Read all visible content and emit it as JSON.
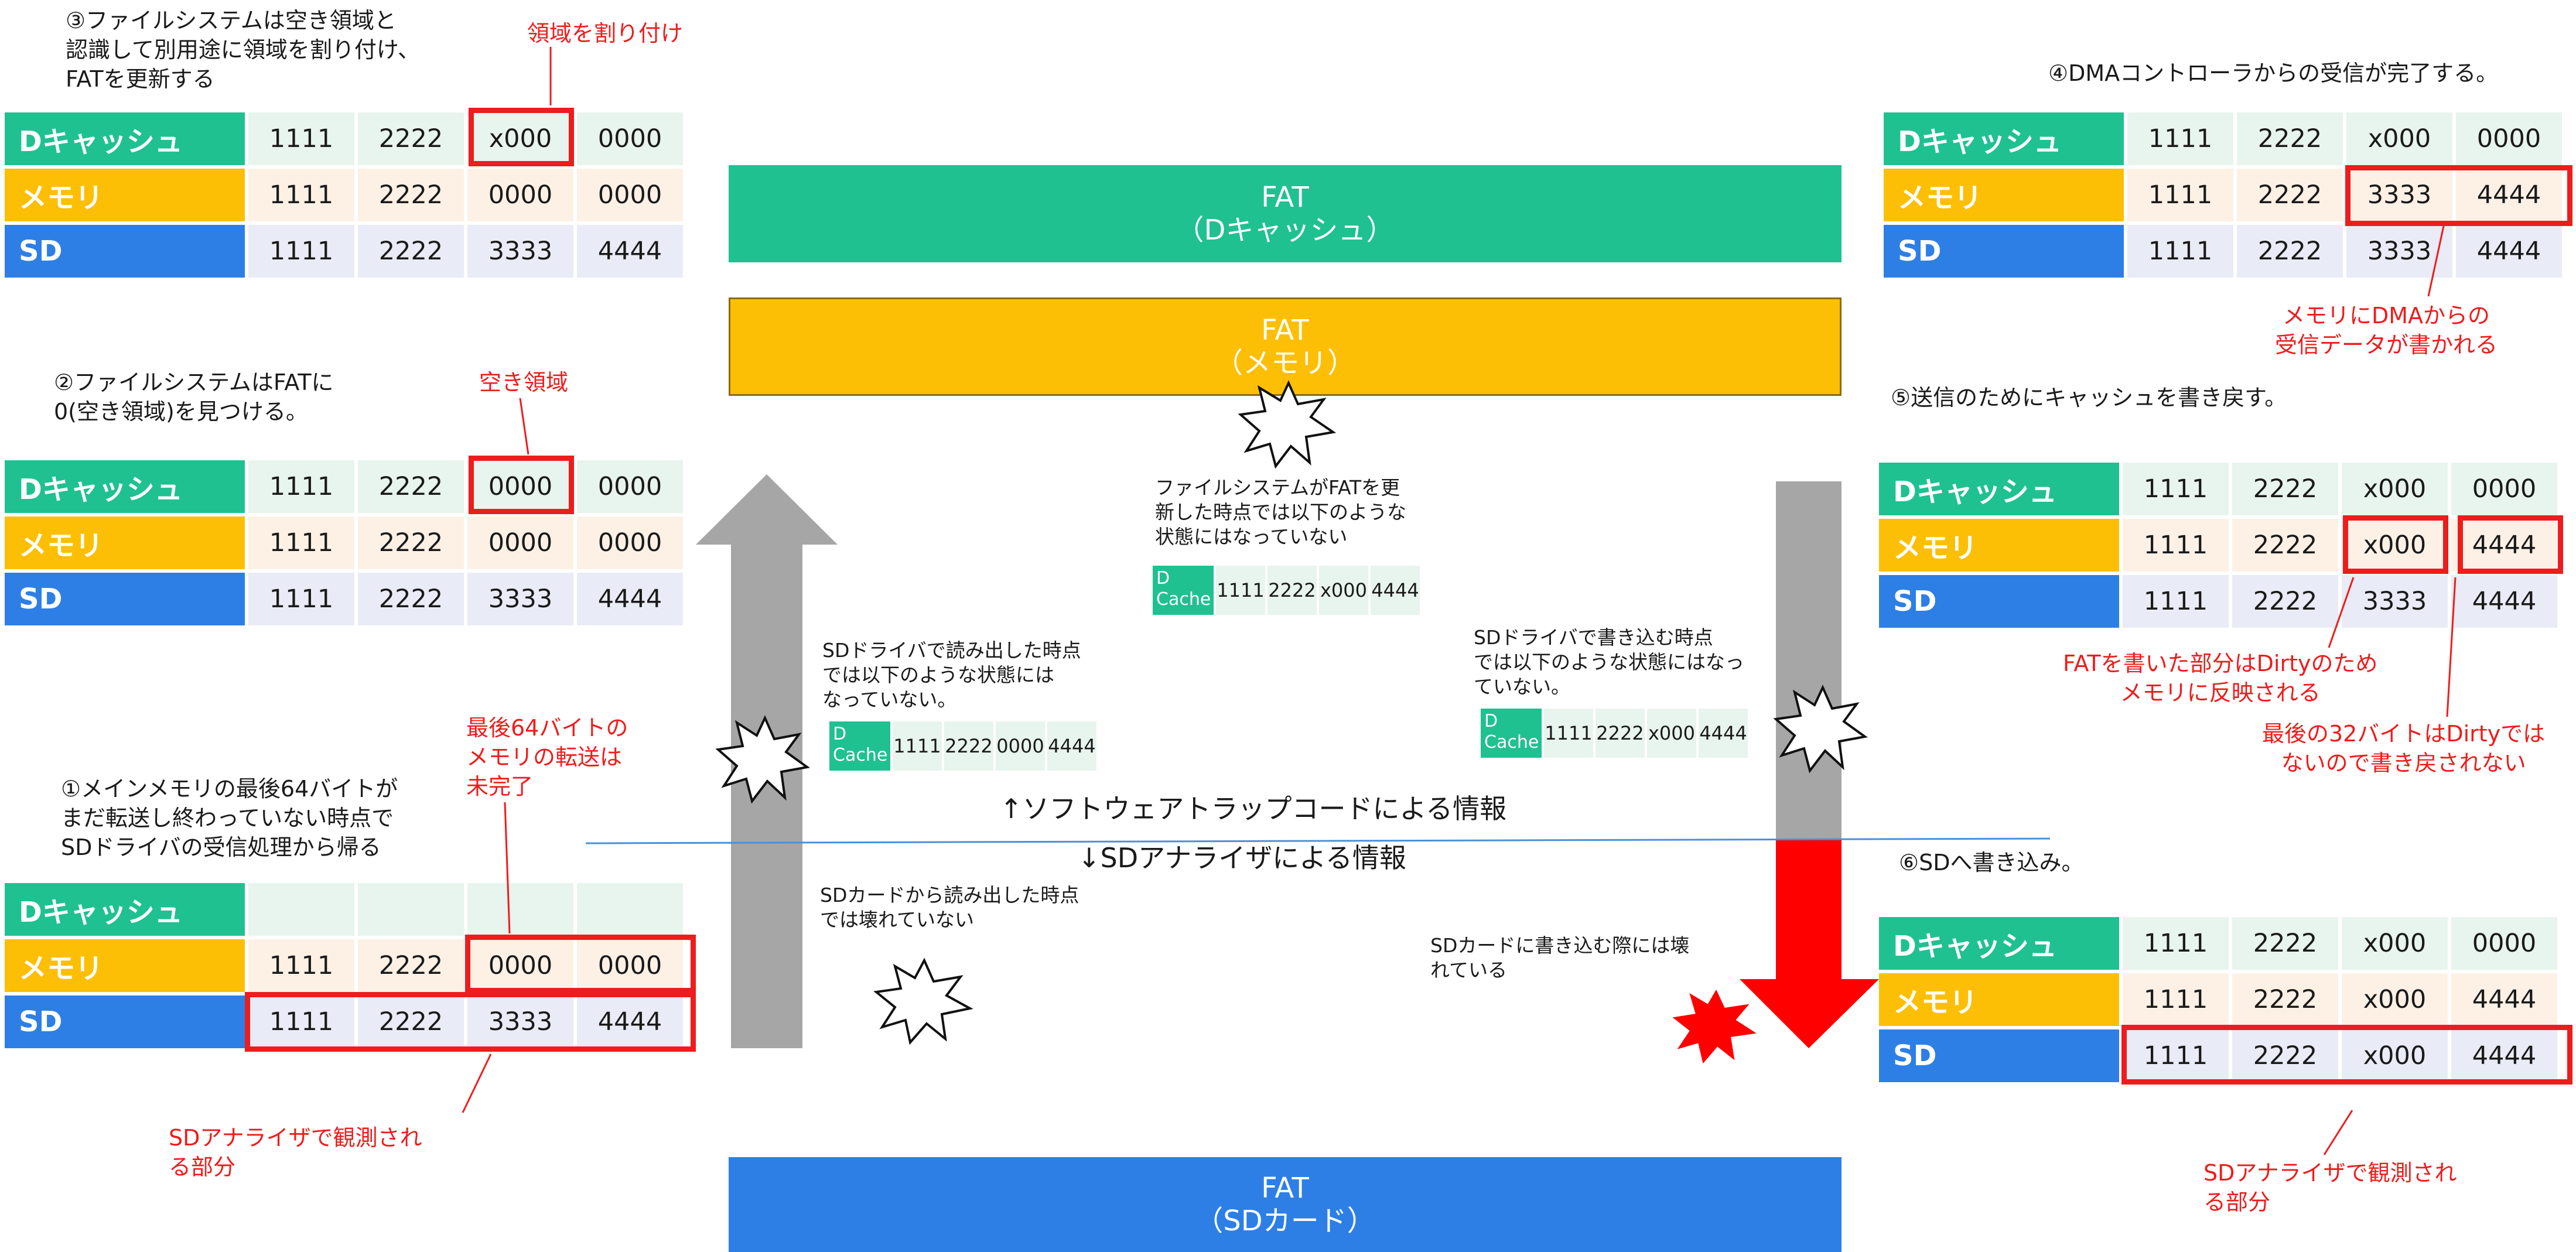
{
  "colors": {
    "dcache": "#1fc191",
    "memory": "#fdbf05",
    "sd": "#2d7fe6",
    "accent": "#ee1c1c",
    "arrow_gray": "#a6a6a6"
  },
  "row_labels": {
    "dcache": "Dキャッシュ",
    "memory": "メモリ",
    "sd": "SD"
  },
  "steps": {
    "s1": {
      "caption": [
        "①メインメモリの最後64バイトが",
        "まだ転送し終わっていない時点で",
        "SDドライバの受信処理から帰る"
      ],
      "dcache": [
        "",
        "",
        "",
        ""
      ],
      "memory": [
        "1111",
        "2222",
        "0000",
        "0000"
      ],
      "sd": [
        "1111",
        "2222",
        "3333",
        "4444"
      ],
      "callout": [
        "最後64バイトの",
        "メモリの転送は",
        "未完了"
      ],
      "callout2": [
        "SDアナライザで観測され",
        "る部分"
      ]
    },
    "s2": {
      "caption": [
        "②ファイルシステムはFATに",
        "0(空き領域)を見つける。"
      ],
      "dcache": [
        "1111",
        "2222",
        "0000",
        "0000"
      ],
      "memory": [
        "1111",
        "2222",
        "0000",
        "0000"
      ],
      "sd": [
        "1111",
        "2222",
        "3333",
        "4444"
      ],
      "callout": [
        "空き領域"
      ]
    },
    "s3": {
      "caption": [
        "③ファイルシステムは空き領域と",
        "認識して別用途に領域を割り付け、",
        "FATを更新する"
      ],
      "dcache": [
        "1111",
        "2222",
        "x000",
        "0000"
      ],
      "memory": [
        "1111",
        "2222",
        "0000",
        "0000"
      ],
      "sd": [
        "1111",
        "2222",
        "3333",
        "4444"
      ],
      "callout": [
        "領域を割り付け"
      ]
    },
    "s4": {
      "caption": [
        "④DMAコントローラからの受信が完了する。"
      ],
      "dcache": [
        "1111",
        "2222",
        "x000",
        "0000"
      ],
      "memory": [
        "1111",
        "2222",
        "3333",
        "4444"
      ],
      "sd": [
        "1111",
        "2222",
        "3333",
        "4444"
      ],
      "callout": [
        "メモリにDMAからの",
        "受信データが書かれる"
      ]
    },
    "s5": {
      "caption": [
        "⑤送信のためにキャッシュを書き戻す。"
      ],
      "dcache": [
        "1111",
        "2222",
        "x000",
        "0000"
      ],
      "memory": [
        "1111",
        "2222",
        "x000",
        "4444"
      ],
      "sd": [
        "1111",
        "2222",
        "3333",
        "4444"
      ],
      "callout": [
        "FATを書いた部分はDirtyのため",
        "メモリに反映される"
      ],
      "callout2": [
        "最後の32バイトはDirtyでは",
        "ないので書き戻されない"
      ]
    },
    "s6": {
      "caption": [
        "⑥SDへ書き込み。"
      ],
      "dcache": [
        "1111",
        "2222",
        "x000",
        "0000"
      ],
      "memory": [
        "1111",
        "2222",
        "x000",
        "4444"
      ],
      "sd": [
        "1111",
        "2222",
        "x000",
        "4444"
      ],
      "callout": [
        "SDアナライザで観測され",
        "る部分"
      ]
    }
  },
  "bars": {
    "dcache": {
      "line1": "FAT",
      "line2": "（Dキャッシュ）"
    },
    "memory": {
      "line1": "FAT",
      "line2": "（メモリ）"
    },
    "sd": {
      "line1": "FAT",
      "line2": "（SDカード）"
    }
  },
  "middle": {
    "divider_top": "↑ソフトウェアトラップコードによる情報",
    "divider_bottom": "↓SDアナライザによる情報",
    "fs_note": [
      "ファイルシステムがFATを更",
      "新した時点では以下のような",
      "状態にはなっていない"
    ],
    "fs_mini": {
      "head": [
        "D",
        "Cache"
      ],
      "vals": [
        "1111",
        "2222",
        "x000",
        "4444"
      ]
    },
    "read_note": [
      "SDドライバで読み出した時点",
      "では以下のような状態には",
      "なっていない。"
    ],
    "read_mini": {
      "head": [
        "D",
        "Cache"
      ],
      "vals": [
        "1111",
        "2222",
        "0000",
        "4444"
      ]
    },
    "write_note": [
      "SDドライバで書き込む時点",
      "では以下のような状態にはなっ",
      "ていない。"
    ],
    "write_mini": {
      "head": [
        "D",
        "Cache"
      ],
      "vals": [
        "1111",
        "2222",
        "x000",
        "4444"
      ]
    },
    "sd_read_note": [
      "SDカードから読み出した時点",
      "では壊れていない"
    ],
    "sd_write_note": [
      "SDカードに書き込む際には壊",
      "れている"
    ]
  }
}
